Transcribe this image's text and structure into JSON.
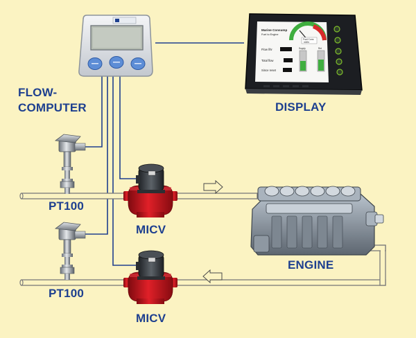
{
  "labels": {
    "flow_computer_line1": "FLOW-",
    "flow_computer_line2": "COMPUTER",
    "display": "DISPLAY",
    "engine": "ENGINE",
    "pt100_top": "PT100",
    "pt100_bottom": "PT100",
    "micv_top": "MICV",
    "micv_bottom": "MICV"
  },
  "hmi_screen": {
    "title_line1": "Marine Consump",
    "title_line2": "Fuel to Engine",
    "gauge_label_line1": "Fuel Cons",
    "gauge_label_line2": "m3/hr",
    "row1_label": "Flow l/hr",
    "row2_label": "Total flow",
    "row3_label": "Since reset",
    "col1_label": "Supply",
    "col2_label": "Ret"
  },
  "colors": {
    "background": "#fbf3c2",
    "label_text": "#1d3f8f",
    "wire": "#1f3f8e",
    "pipe_outline": "#7a7a7a",
    "meter_red": "#c7101a",
    "device_blue": "#5d8dd6"
  },
  "flow_arrows": {
    "supply": "right-arrow",
    "return": "left-arrow"
  }
}
